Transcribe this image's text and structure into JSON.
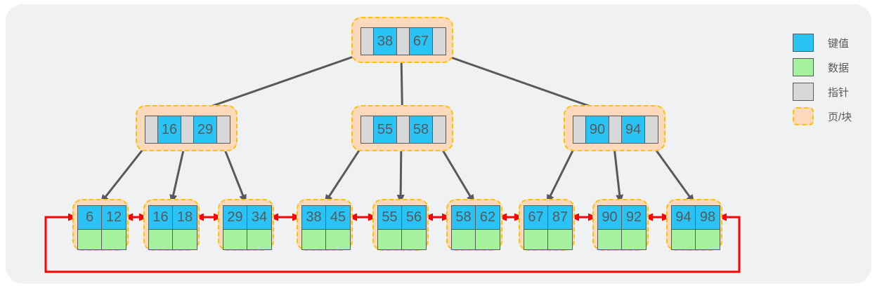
{
  "diagram": {
    "type": "bplus-tree",
    "root": {
      "keys": [
        "38",
        "67"
      ]
    },
    "internal_nodes": [
      {
        "keys": [
          "16",
          "29"
        ]
      },
      {
        "keys": [
          "55",
          "58"
        ]
      },
      {
        "keys": [
          "90",
          "94"
        ]
      }
    ],
    "leaf_nodes": [
      {
        "keys": [
          "6",
          "12"
        ]
      },
      {
        "keys": [
          "16",
          "18"
        ]
      },
      {
        "keys": [
          "29",
          "34"
        ]
      },
      {
        "keys": [
          "38",
          "45"
        ]
      },
      {
        "keys": [
          "55",
          "56"
        ]
      },
      {
        "keys": [
          "58",
          "62"
        ]
      },
      {
        "keys": [
          "67",
          "87"
        ]
      },
      {
        "keys": [
          "90",
          "92"
        ]
      },
      {
        "keys": [
          "94",
          "98"
        ]
      }
    ]
  },
  "legend": {
    "items": [
      {
        "name": "key",
        "label": "键值"
      },
      {
        "name": "data",
        "label": "数据"
      },
      {
        "name": "pointer",
        "label": "指针"
      },
      {
        "name": "page",
        "label": "页/块"
      }
    ]
  },
  "colors": {
    "key": "#29c4f5",
    "data": "#a5f29e",
    "pointer": "#d8d8d8",
    "page_fill": "#fcd9bb",
    "page_border": "#ffc000",
    "edge": "#595959",
    "link": "#fe0000",
    "panel": "#f0f1f2",
    "text": "#595959"
  }
}
